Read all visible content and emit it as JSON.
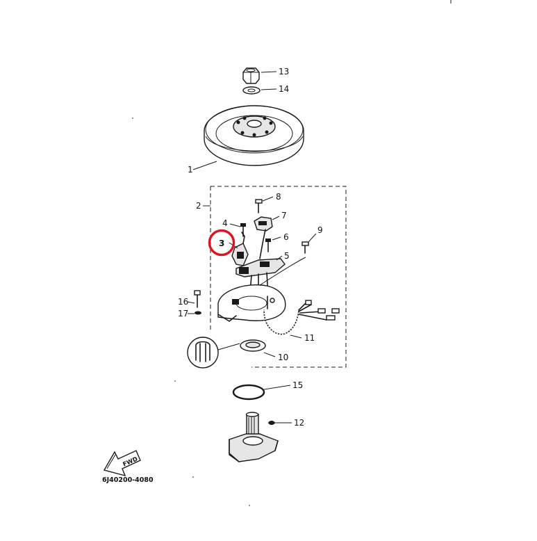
{
  "diagram": {
    "part_number": "6J40200-4080",
    "fwd_label": "FWD",
    "highlight_color": "#e0141e",
    "highlighted_callout": "3",
    "callouts": {
      "c1": "1",
      "c2": "2",
      "c3": "3",
      "c4": "4",
      "c5": "5",
      "c6": "6",
      "c7": "7",
      "c8": "8",
      "c9": "9",
      "c10": "10",
      "c11": "11",
      "c12": "12",
      "c13": "13",
      "c14": "14",
      "c15": "15",
      "c16": "16",
      "c17": "17"
    }
  }
}
